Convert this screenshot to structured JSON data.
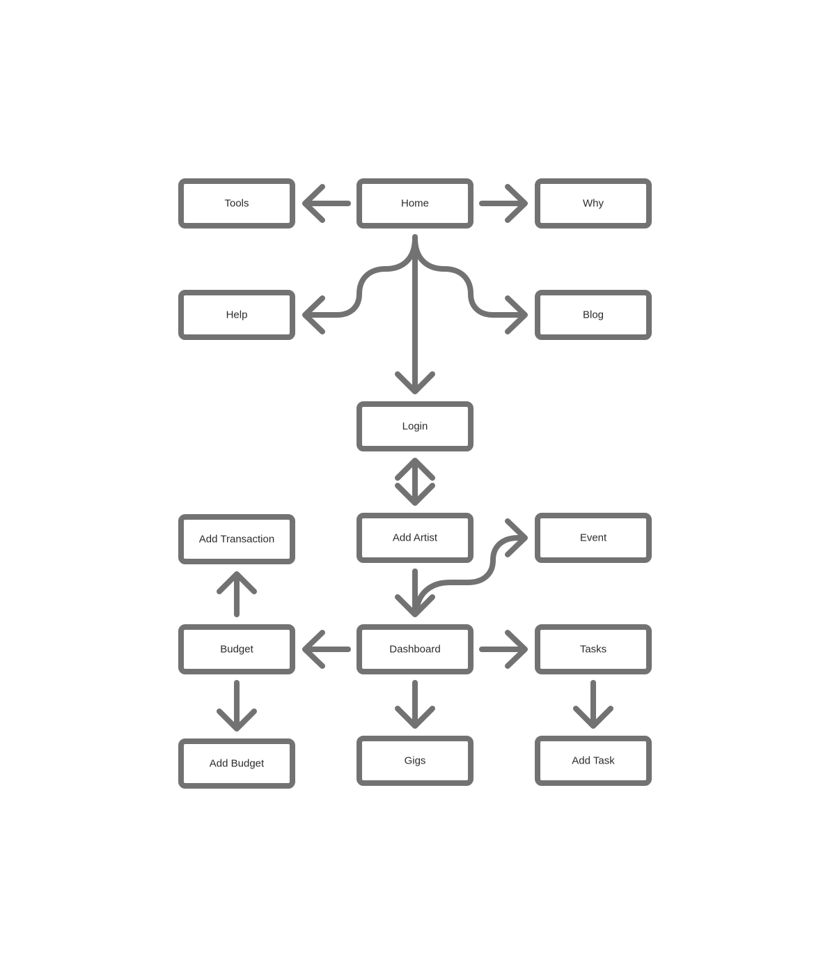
{
  "colors": {
    "stroke": "#727272",
    "text": "#2b2b2b",
    "background": "#ffffff"
  },
  "nodes": {
    "home": "Home",
    "tools": "Tools",
    "why": "Why",
    "help": "Help",
    "blog": "Blog",
    "login": "Login",
    "add_artist": "Add Artist",
    "event": "Event",
    "add_transaction": "Add Transaction",
    "budget": "Budget",
    "dashboard": "Dashboard",
    "tasks": "Tasks",
    "add_budget": "Add Budget",
    "gigs": "Gigs",
    "add_task": "Add Task"
  },
  "edges": [
    {
      "from": "Home",
      "to": "Tools"
    },
    {
      "from": "Home",
      "to": "Why"
    },
    {
      "from": "Home",
      "to": "Help"
    },
    {
      "from": "Home",
      "to": "Blog"
    },
    {
      "from": "Home",
      "to": "Login"
    },
    {
      "from": "Login",
      "to": "Add Artist",
      "bidirectional": true
    },
    {
      "from": "Add Artist",
      "to": "Dashboard"
    },
    {
      "from": "Dashboard",
      "to": "Event"
    },
    {
      "from": "Dashboard",
      "to": "Budget"
    },
    {
      "from": "Dashboard",
      "to": "Tasks"
    },
    {
      "from": "Dashboard",
      "to": "Gigs"
    },
    {
      "from": "Budget",
      "to": "Add Transaction"
    },
    {
      "from": "Budget",
      "to": "Add Budget"
    },
    {
      "from": "Tasks",
      "to": "Add Task"
    }
  ]
}
